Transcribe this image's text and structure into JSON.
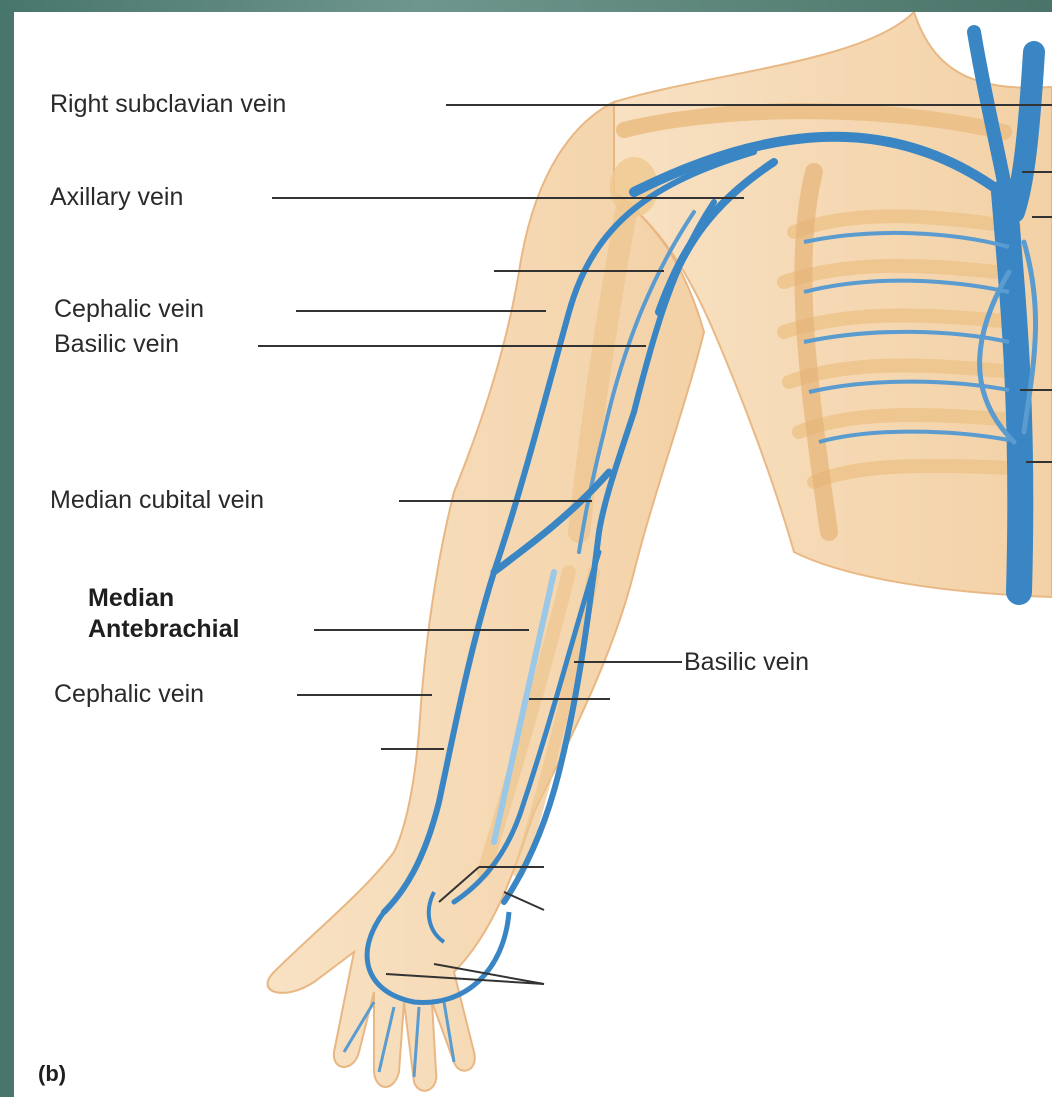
{
  "labels": {
    "right_subclavian": "Right subclavian vein",
    "axillary": "Axillary vein",
    "cephalic_upper": "Cephalic vein",
    "basilic_upper": "Basilic vein",
    "median_cubital": "Median cubital vein",
    "median_line1": "Median",
    "median_line2": "Antebrachial",
    "basilic_lower": "Basilic vein",
    "cephalic_lower": "Cephalic vein",
    "panel_tag": "(b)"
  },
  "colors": {
    "vein": "#3a86c4",
    "vein_light": "#9cc8e8",
    "skin": "#f6d9b4",
    "bone": "#efc88f",
    "leader": "#333333"
  }
}
